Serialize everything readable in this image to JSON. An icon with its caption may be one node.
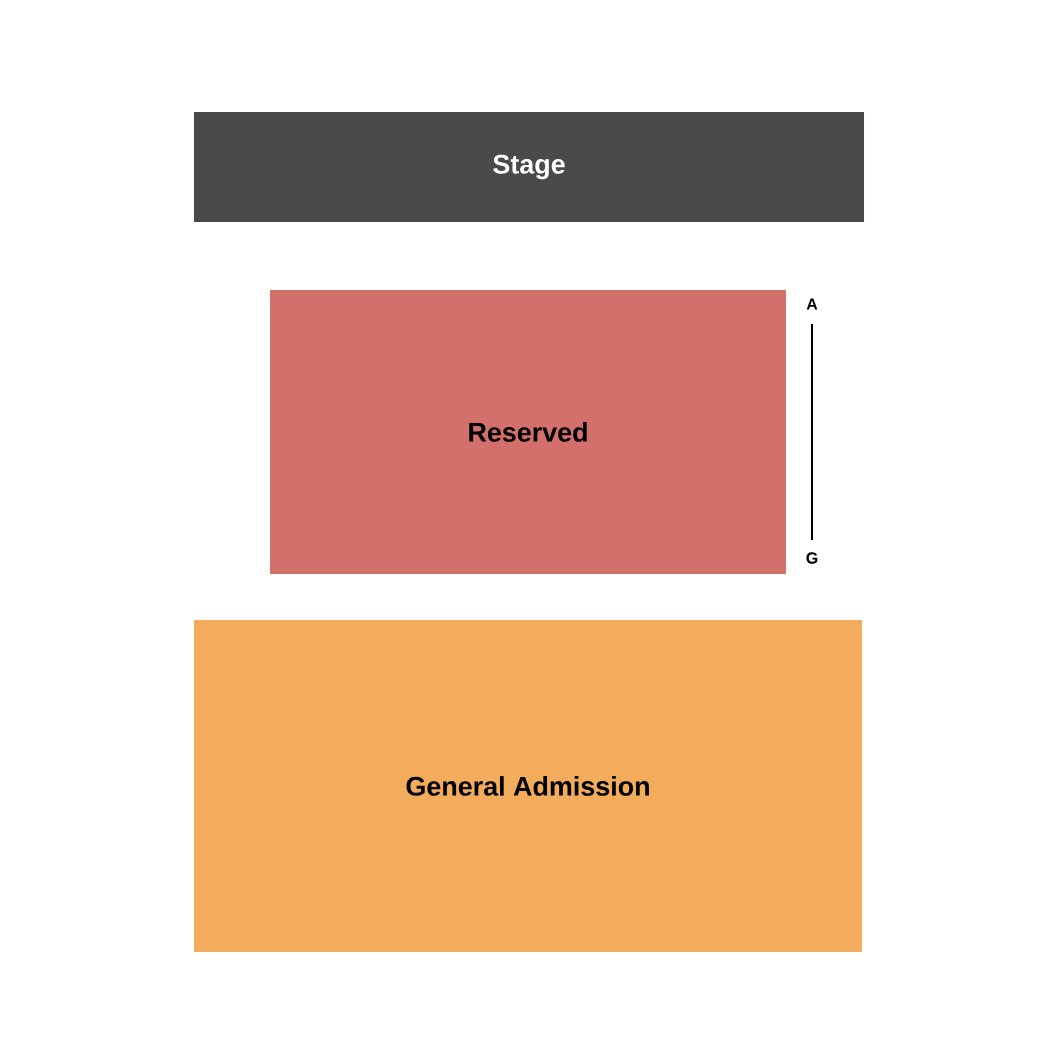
{
  "diagram": {
    "nodes": [
      {
        "text": [
          "Stage"
        ]
      },
      {
        "text": [
          "Reserved"
        ]
      },
      {
        "text": [
          "General Admission"
        ]
      }
    ],
    "labels": [
      "A",
      "G"
    ]
  }
}
